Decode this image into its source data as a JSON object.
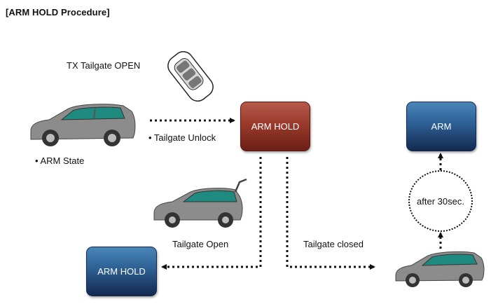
{
  "title": "[ARM HOLD Procedure]",
  "labels": {
    "tx_tailgate_open": "TX Tailgate OPEN",
    "tailgate_unlock": "• Tailgate Unlock",
    "arm_state": "• ARM State",
    "tailgate_open": "Tailgate Open",
    "tailgate_closed": "Tailgate closed",
    "after_30sec": "after 30sec."
  },
  "boxes": {
    "arm_hold_center": "ARM HOLD",
    "arm_top_right": "ARM",
    "arm_hold_bottom_left": "ARM HOLD"
  },
  "colors": {
    "arm_hold_center": "#9a3a2c",
    "arm_boxes": "#2d5f93",
    "car_body": "#8c8c8c",
    "car_glass": "#1f8a80"
  },
  "icons": [
    "car-icon",
    "key-fob-icon"
  ]
}
